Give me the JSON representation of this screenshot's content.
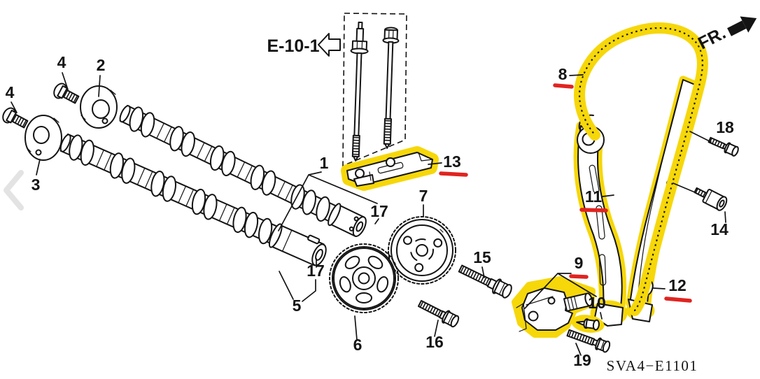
{
  "diagram": {
    "title": "timing chain exploded parts diagram",
    "ref_link": "E-10-1",
    "front_marker": "FR.",
    "drawing_code": "SVA4−E1101"
  },
  "colors": {
    "highlight_yellow": "#f6d70a",
    "marker_red": "#e02420",
    "line_black": "#141414",
    "nav_chevron_gray": "#e3e3e3",
    "background": "#ffffff"
  },
  "icons": {
    "back_nav": "chevron-left",
    "front_direction": "arrow-up-right",
    "ref_pointer": "arrow-left"
  },
  "callouts": [
    {
      "label": "4",
      "underlined": false
    },
    {
      "label": "2",
      "underlined": false
    },
    {
      "label": "4",
      "underlined": false
    },
    {
      "label": "3",
      "underlined": false
    },
    {
      "label": "1",
      "underlined": false
    },
    {
      "label": "13",
      "underlined": true
    },
    {
      "label": "17",
      "underlined": false
    },
    {
      "label": "17",
      "underlined": false
    },
    {
      "label": "5",
      "underlined": false
    },
    {
      "label": "7",
      "underlined": false
    },
    {
      "label": "6",
      "underlined": false
    },
    {
      "label": "15",
      "underlined": false
    },
    {
      "label": "16",
      "underlined": false
    },
    {
      "label": "8",
      "underlined": true
    },
    {
      "label": "11",
      "underlined": true
    },
    {
      "label": "9",
      "underlined": true
    },
    {
      "label": "10",
      "underlined": false
    },
    {
      "label": "12",
      "underlined": true
    },
    {
      "label": "14",
      "underlined": false
    },
    {
      "label": "18",
      "underlined": false
    },
    {
      "label": "19",
      "underlined": false
    }
  ]
}
